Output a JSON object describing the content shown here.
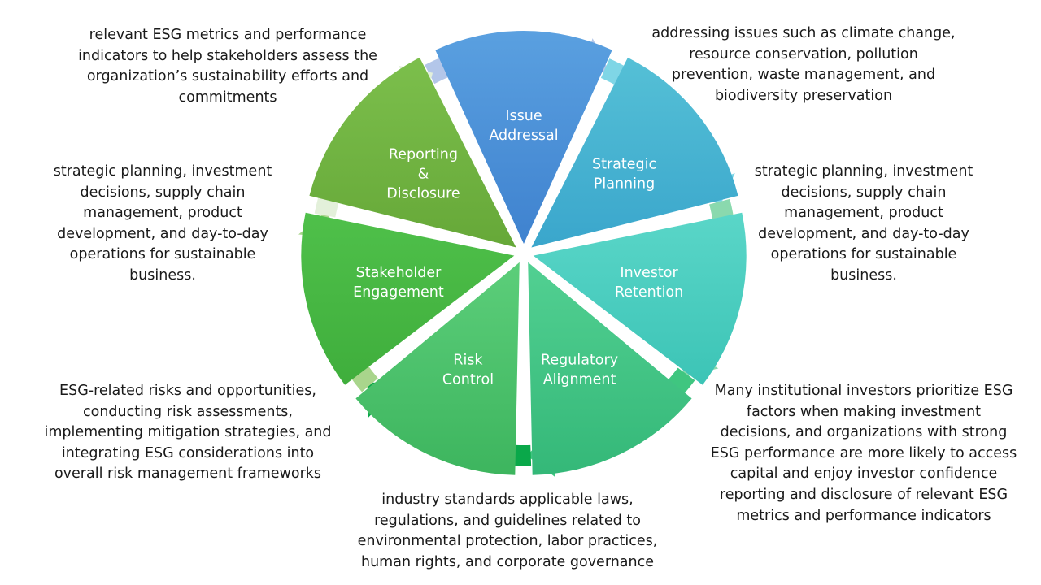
{
  "segments": [
    {
      "key": "issue",
      "label_lines": [
        "Issue",
        "Addressal"
      ],
      "description_lines": [
        "addressing issues such as climate change,",
        "resource conservation, pollution",
        "prevention, waste management, and",
        "biodiversity preservation"
      ],
      "gradient": [
        "#5aa0e0",
        "#3f82cf"
      ],
      "arrow_color": "#b3c6e9"
    },
    {
      "key": "strategic",
      "label_lines": [
        "Strategic",
        "Planning"
      ],
      "description_lines": [
        "strategic planning, investment",
        "decisions, supply chain",
        "management, product",
        "development, and day-to-day",
        "operations for sustainable",
        "business."
      ],
      "gradient": [
        "#55c0d6",
        "#3aa6cc"
      ],
      "arrow_color": "#7fd6e6"
    },
    {
      "key": "investor",
      "label_lines": [
        "Investor",
        "Retention"
      ],
      "description_lines": [
        "Many institutional investors prioritize ESG",
        "factors when making investment",
        "decisions, and organizations with strong",
        "ESG performance are more likely to access",
        "capital and enjoy investor confidence",
        "reporting and disclosure of relevant ESG",
        "metrics and performance indicators"
      ],
      "gradient": [
        "#5ad6c8",
        "#3cc4b6"
      ],
      "arrow_color": "#8ad9ae"
    },
    {
      "key": "regulatory",
      "label_lines": [
        "Regulatory",
        "Alignment"
      ],
      "description_lines": [
        "industry standards applicable laws,",
        "regulations, and guidelines related to",
        "environmental protection, labor practices,",
        "human rights, and corporate governance"
      ],
      "gradient": [
        "#52d092",
        "#34b878"
      ],
      "arrow_color": "#3fc680"
    },
    {
      "key": "risk",
      "label_lines": [
        "Risk",
        "Control"
      ],
      "description_lines": [
        "ESG-related risks and opportunities,",
        "conducting risk assessments,",
        "implementing mitigation strategies, and",
        "integrating ESG considerations into",
        "overall risk management frameworks"
      ],
      "gradient": [
        "#5cce7a",
        "#3db55e"
      ],
      "arrow_color": "#0aa84a"
    },
    {
      "key": "stakeholder",
      "label_lines": [
        "Stakeholder",
        "Engagement"
      ],
      "description_lines": [
        "strategic planning, investment",
        "decisions, supply chain",
        "management, product",
        "development, and day-to-day",
        "operations for sustainable",
        "business."
      ],
      "gradient": [
        "#4fc04a",
        "#3fae3c"
      ],
      "arrow_color": "#a9d58c"
    },
    {
      "key": "reporting",
      "label_lines": [
        "Reporting",
        "&",
        "Disclosure"
      ],
      "description_lines": [
        "relevant ESG metrics and performance",
        "indicators to help stakeholders assess the",
        "organization’s sustainability efforts and",
        "commitments"
      ],
      "gradient": [
        "#7cbf4c",
        "#66a838"
      ],
      "arrow_color": "#e3f0da"
    }
  ]
}
